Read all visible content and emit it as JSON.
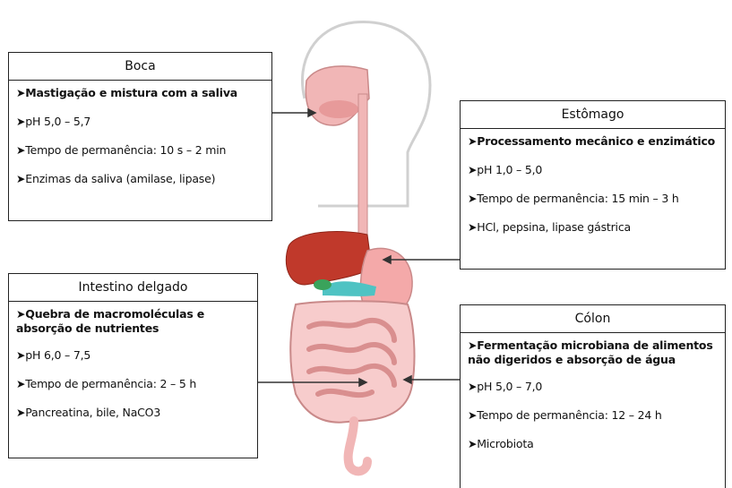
{
  "panels": {
    "boca": {
      "title": "Boca",
      "items": [
        "➤Mastigação e mistura com a saliva",
        "➤pH 5,0 – 5,7",
        "➤Tempo de permanência: 10 s – 2 min",
        "➤Enzimas da saliva (amilase, lipase)"
      ]
    },
    "estomago": {
      "title": "Estômago",
      "items": [
        "➤Processamento mecânico e enzimático",
        "➤pH 1,0 – 5,0",
        "➤Tempo de permanência: 15 min – 3 h",
        "➤HCl, pepsina, lipase gástrica"
      ]
    },
    "intestino": {
      "title": "Intestino delgado",
      "items": [
        "➤Quebra de macromoléculas e absorção de nutrientes",
        "➤pH 6,0 – 7,5",
        "➤Tempo de permanência: 2 – 5 h",
        "➤Pancreatina, bile, NaCO3"
      ]
    },
    "colon": {
      "title": "Cólon",
      "items": [
        "➤Fermentação microbiana de alimentos não digeridos e absorção de água",
        "➤pH 5,0 – 7,0",
        "➤Tempo de permanência: 12 – 24 h",
        "➤Microbiota"
      ]
    }
  },
  "colors": {
    "head_outline": "#d9d9d9",
    "organ_pink": "#f2b8b8",
    "liver": "#c0392b",
    "stomach": "#f4a9a9",
    "arrow": "#333333"
  }
}
